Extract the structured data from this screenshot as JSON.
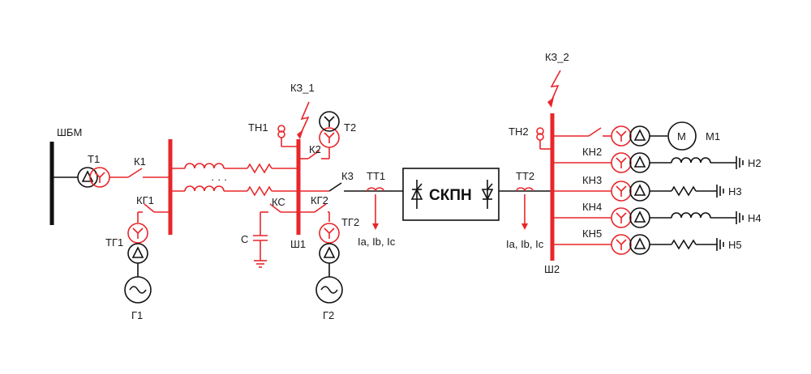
{
  "labels": {
    "shbm": "ШБМ",
    "t1": "Т1",
    "k1": "К1",
    "kg1": "КГ1",
    "tg1": "ТГ1",
    "g1": "Г1",
    "tn1": "ТН1",
    "kz1": "КЗ_1",
    "k2": "К2",
    "t2": "Т2",
    "k3": "К3",
    "kg2": "КГ2",
    "tg2": "ТГ2",
    "g2": "Г2",
    "kc": "КС",
    "c": "С",
    "sh1": "Ш1",
    "tt1": "ТТ1",
    "meas1": "Ia, Ib, Ic",
    "skpn": "СКПН",
    "tt2": "ТТ2",
    "meas2": "Ia, Ib, Ic",
    "tn2": "ТН2",
    "kz2": "КЗ_2",
    "sh2": "Ш2",
    "m_symbol": "М",
    "m1": "М1",
    "kn2": "КН2",
    "kn3": "КН3",
    "kn4": "КН4",
    "kn5": "КН5",
    "n2": "Н2",
    "n3": "Н3",
    "n4": "Н4",
    "n5": "Н5",
    "dots": "· · ·"
  },
  "colors": {
    "accent": "#e8262a",
    "line": "#111111"
  }
}
